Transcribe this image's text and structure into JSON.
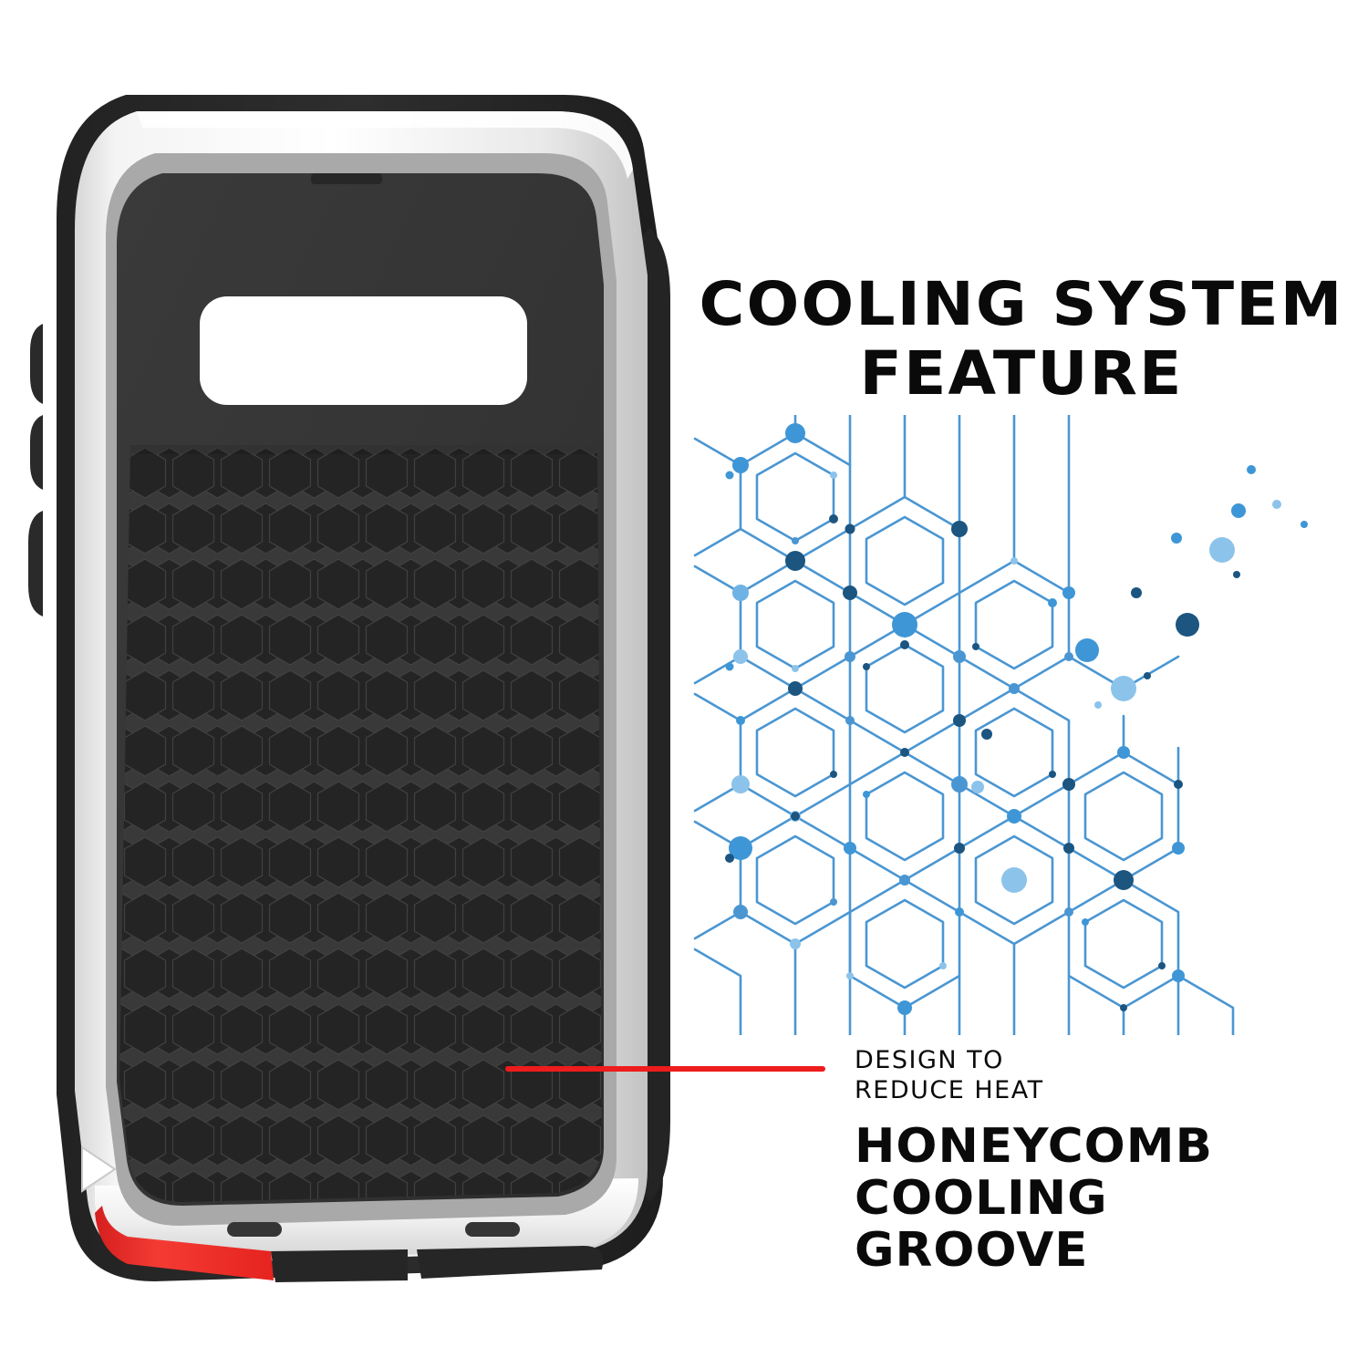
{
  "background_color": "#ffffff",
  "headings": {
    "title_line_1": "COOLING SYSTEM",
    "title_line_2": "FEATURE",
    "title_color": "#0a0a0a"
  },
  "callout": {
    "caption_line_1": "DESIGN TO",
    "caption_line_2": "REDUCE HEAT",
    "headline_line_1": "HONEYCOMB",
    "headline_line_2": "COOLING",
    "headline_line_3": "GROOVE",
    "pointer_color": "#ee1c1c"
  },
  "product": {
    "name": "rugged-metal-phone-case",
    "orientation": "back-view",
    "bezel_color": "#f2f2f2",
    "bezel_shadow_color": "#bdbdbd",
    "rubber_color": "#2b2b2b",
    "back_panel_color": "#333333",
    "honeycomb_cell_color": "#2a2a2a",
    "honeycomb_wall_color": "#3d3d3d",
    "camera_cutout_color": "#ffffff",
    "accent_strip_color": "#ee2b2b",
    "marker_icon": "play-triangle-marker",
    "marker_color": "#ffffff",
    "side_buttons": 3,
    "bottom_speaker_slots": 2
  },
  "graphic": {
    "name": "hexagon-network-diagram",
    "palette": {
      "line": "#4a96d2",
      "dot_light": "#8cc3ea",
      "dot_medium": "#3e96d6",
      "dot_dark": "#1b5580"
    },
    "hex_columns": 4,
    "hex_rows": 4,
    "scatter_dot_count": 14
  }
}
